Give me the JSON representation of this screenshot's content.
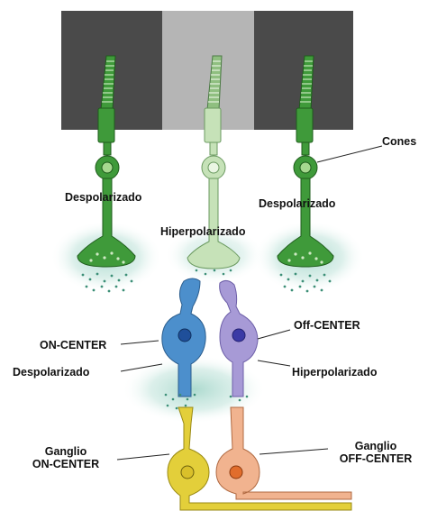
{
  "labels": {
    "cones": "Cones",
    "despolarizado_left": "Despolarizado",
    "despolarizado_right": "Despolarizado",
    "hiperpolarizado_cone": "Hiperpolarizado",
    "on_center": "ON-CENTER",
    "off_center": "Off-CENTER",
    "despolarizado_bipolar": "Despolarizado",
    "hiperpolarizado_bipolar": "Hiperpolarizado",
    "ganglio_on_line1": "Ganglio",
    "ganglio_on_line2": "ON-CENTER",
    "ganglio_off_line1": "Ganglio",
    "ganglio_off_line2": "OFF-CENTER"
  },
  "colors": {
    "dark_panel": "#4a4a4a",
    "light_panel": "#b5b5b5",
    "cone_green": "#3f9a3a",
    "cone_light": "#c6e2b8",
    "glow": "#bfe0d8",
    "on_bipolar": "#4c8fcc",
    "off_bipolar": "#a79ad6",
    "ganglion_on": "#e3cf3a",
    "ganglion_off": "#f1b38f"
  }
}
